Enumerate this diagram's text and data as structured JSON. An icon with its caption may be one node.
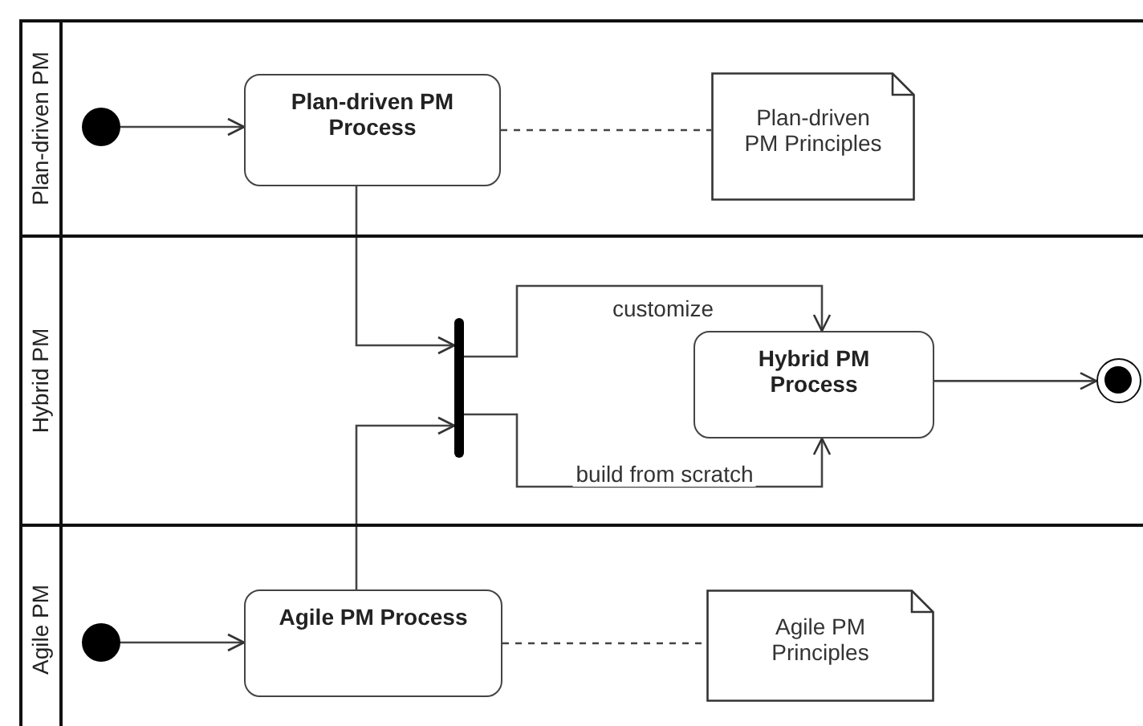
{
  "diagram": {
    "nodes": [
      {
        "text": [
          "Plan-driven PM"
        ]
      },
      {
        "text": [],
        "shape": "circle",
        "in": 0
      },
      {
        "text": [
          "Plan-driven PM Process"
        ],
        "in": 0
      },
      {
        "text": [
          "Plan-driven PM Principles"
        ],
        "in": 0
      },
      {
        "text": [
          "Hybrid PM"
        ]
      },
      {
        "text": [],
        "shape": "bar",
        "in": 4
      },
      {
        "text": [
          "Hybrid PM Process"
        ],
        "in": 4
      },
      {
        "text": [],
        "shape": "circle",
        "in": 4
      },
      {
        "text": [
          "Agile PM"
        ]
      },
      {
        "text": [],
        "shape": "circle",
        "in": 8
      },
      {
        "text": [
          "Agile PM Process"
        ],
        "in": 8
      },
      {
        "text": [
          "Agile PM Principles"
        ],
        "in": 8
      }
    ],
    "edges": [
      {
        "from": 1,
        "to": 2,
        "arrow": "to"
      },
      {
        "from": 2,
        "to": 3,
        "arrow": "none",
        "style": "dashed"
      },
      {
        "from": 2,
        "to": 5,
        "arrow": "to"
      },
      {
        "from": 10,
        "to": 5,
        "arrow": "to"
      },
      {
        "from": 5,
        "to": 6,
        "arrow": "to",
        "label": "customize"
      },
      {
        "from": 5,
        "to": 6,
        "arrow": "to",
        "label": "build from scratch"
      },
      {
        "from": 6,
        "to": 7,
        "arrow": "to"
      },
      {
        "from": 9,
        "to": 10,
        "arrow": "to"
      },
      {
        "from": 10,
        "to": 11,
        "arrow": "none",
        "style": "dashed"
      }
    ]
  }
}
